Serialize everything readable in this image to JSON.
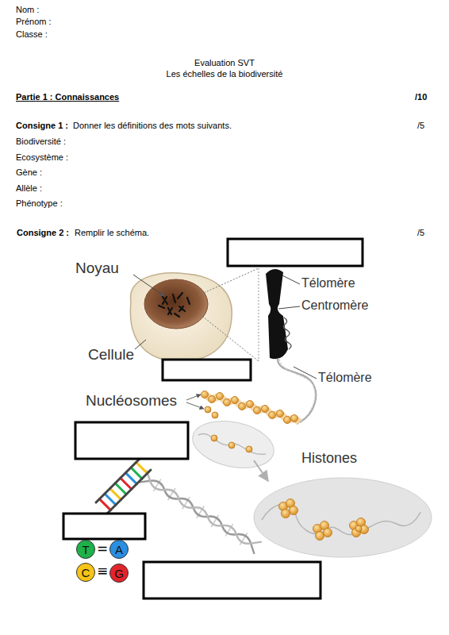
{
  "diagram": {
    "title": "Evaluation SVT",
    "nodes": [
      {
        "text": [
          "T"
        ]
      },
      {
        "text": [
          "A"
        ]
      },
      {
        "text": [
          "C"
        ]
      },
      {
        "text": [
          "G"
        ]
      }
    ],
    "labels": [
      "Nom :",
      "Prénom :",
      "Classe :",
      "Les échelles de la biodiversité",
      "Partie 1 : Connaissances",
      "/10",
      "Consigne 1 :",
      "Donner les définitions des mots suivants.",
      "/5",
      "Biodiversité :",
      "Ecosystème :",
      "Gène :",
      "Allèle :",
      "Phénotype :",
      "Consigne 2 :",
      "Remplir le schéma.",
      "/5",
      "Noyau",
      "Télomère",
      "Centromère",
      "Cellule",
      "Télomère",
      "Nucléosomes",
      "Histones",
      "=",
      "≡"
    ]
  }
}
